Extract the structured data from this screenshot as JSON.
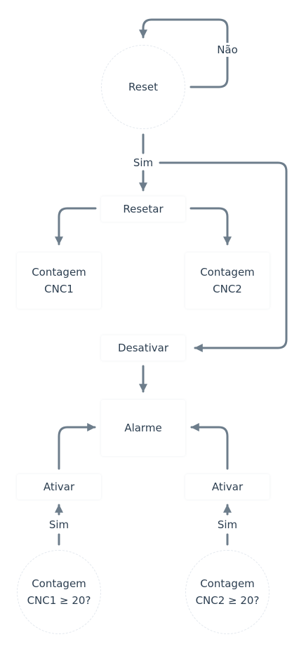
{
  "nodes": {
    "reset": "Reset",
    "resetar": "Resetar",
    "contagem_cnc1": [
      "Contagem",
      "CNC1"
    ],
    "contagem_cnc2": [
      "Contagem",
      "CNC2"
    ],
    "desativar": "Desativar",
    "alarme": "Alarme",
    "ativar_left": "Ativar",
    "ativar_right": "Ativar",
    "decision_cnc1": [
      "Contagem",
      "CNC1 ≥ 20?"
    ],
    "decision_cnc2": [
      "Contagem",
      "CNC2 ≥ 20?"
    ]
  },
  "edge_labels": {
    "nao": "Não",
    "sim_reset": "Sim",
    "sim_cnc1": "Sim",
    "sim_cnc2": "Sim"
  },
  "colors": {
    "edge": "#6d7d8b",
    "text": "#2c3e50"
  }
}
